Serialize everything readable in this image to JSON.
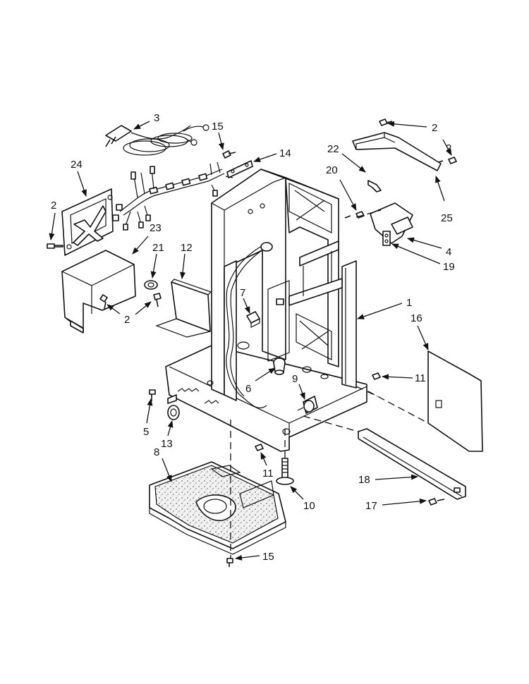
{
  "callouts": [
    {
      "id": "p3",
      "label": "3"
    },
    {
      "id": "p15a",
      "label": "15"
    },
    {
      "id": "p14",
      "label": "14"
    },
    {
      "id": "p2a",
      "label": "2"
    },
    {
      "id": "p22",
      "label": "22"
    },
    {
      "id": "p24",
      "label": "24"
    },
    {
      "id": "p20",
      "label": "20"
    },
    {
      "id": "p2b",
      "label": "2"
    },
    {
      "id": "p25",
      "label": "25"
    },
    {
      "id": "p23",
      "label": "23"
    },
    {
      "id": "p21",
      "label": "21"
    },
    {
      "id": "p12",
      "label": "12"
    },
    {
      "id": "p4",
      "label": "4"
    },
    {
      "id": "p19",
      "label": "19"
    },
    {
      "id": "p7",
      "label": "7"
    },
    {
      "id": "p2c",
      "label": "2"
    },
    {
      "id": "p1",
      "label": "1"
    },
    {
      "id": "p16",
      "label": "16"
    },
    {
      "id": "p6",
      "label": "6"
    },
    {
      "id": "p9",
      "label": "9"
    },
    {
      "id": "p11a",
      "label": "11"
    },
    {
      "id": "p5",
      "label": "5"
    },
    {
      "id": "p13",
      "label": "13"
    },
    {
      "id": "p8",
      "label": "8"
    },
    {
      "id": "p11b",
      "label": "11"
    },
    {
      "id": "p18",
      "label": "18"
    },
    {
      "id": "p10",
      "label": "10"
    },
    {
      "id": "p17",
      "label": "17"
    },
    {
      "id": "p15b",
      "label": "15"
    },
    {
      "id": "p2d",
      "label": "2"
    }
  ]
}
